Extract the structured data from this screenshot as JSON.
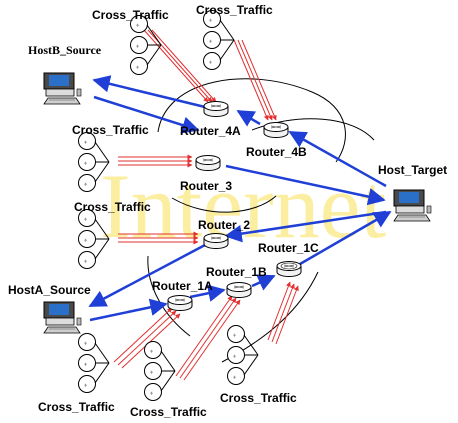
{
  "watermark": "Internet",
  "colors": {
    "link": "#1f3fd6",
    "traffic": "#e23030",
    "watermark": "#fbeea0"
  },
  "hosts": {
    "hostb_source": "HostB_Source",
    "hosta_source": "HostA_Source",
    "host_target": "Host_Target"
  },
  "routers": {
    "r4a": "Router_4A",
    "r4b": "Router_4B",
    "r3": "Router_3",
    "r2": "Router_2",
    "r1a": "Router_1A",
    "r1b": "Router_1B",
    "r1c": "Router_1C"
  },
  "cross_traffic": {
    "top1": "Cross_Traffic",
    "top2": "Cross_Traffic",
    "mid1": "Cross_Traffic",
    "mid2": "Cross_Traffic",
    "bot1": "Cross_Traffic",
    "bot2": "Cross_Traffic",
    "bot3": "Cross_Traffic"
  },
  "icons": {
    "host": "computer-icon",
    "router": "router-icon",
    "traffic_source": "traffic-source-icon"
  }
}
